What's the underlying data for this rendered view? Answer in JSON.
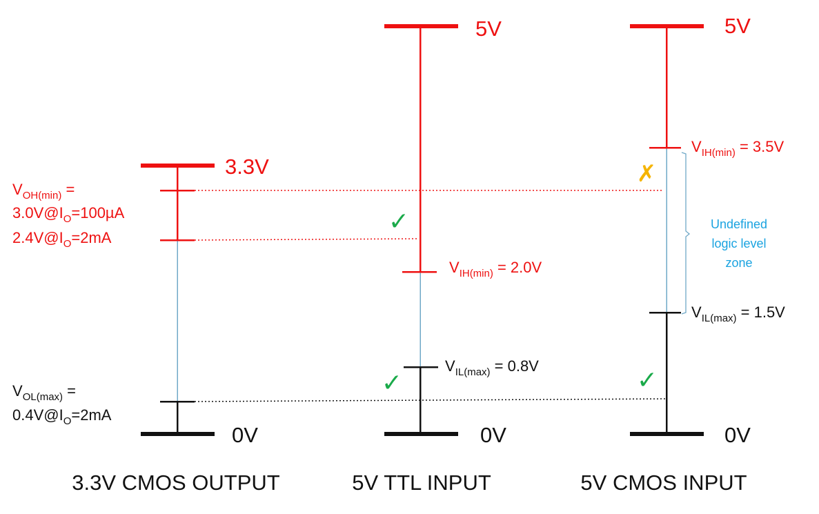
{
  "colors": {
    "high": "#ee1111",
    "low": "#111111",
    "undefined": "#6fa8c7",
    "undefined_text": "#1aa3e0",
    "ok_mark": "#1aaa4a",
    "fail_mark": "#f5b400"
  },
  "output": {
    "title": "3.3V CMOS OUTPUT",
    "top": "3.3V",
    "bottom": "0V",
    "voh_name": "V",
    "voh_sub": "OH(min)",
    "voh_eq": " =",
    "voh_line1_a": "3.0V@I",
    "voh_line1_sub": "O",
    "voh_line1_b": "=100µA",
    "voh_line2_a": "2.4V@I",
    "voh_line2_sub": "O",
    "voh_line2_b": "=2mA",
    "vol_name": "V",
    "vol_sub": "OL(max)",
    "vol_eq": " =",
    "vol_line_a": "0.4V@I",
    "vol_line_sub": "O",
    "vol_line_b": "=2mA"
  },
  "ttl": {
    "title": "5V TTL INPUT",
    "top": "5V",
    "bottom": "0V",
    "vih_name": "V",
    "vih_sub": "IH(min)",
    "vih_val": " = 2.0V",
    "vil_name": "V",
    "vil_sub": "IL(max)",
    "vil_val": " = 0.8V",
    "mark_high": "✓",
    "mark_low": "✓"
  },
  "cmos": {
    "title": "5V CMOS INPUT",
    "top": "5V",
    "bottom": "0V",
    "vih_name": "V",
    "vih_sub": "IH(min)",
    "vih_val": " = 3.5V",
    "vil_name": "V",
    "vil_sub": "IL(max)",
    "vil_val": " = 1.5V",
    "undefined_line1": "Undefined",
    "undefined_line2": "logic level",
    "undefined_line3": "zone",
    "mark_high": "✗",
    "mark_low": "✓"
  }
}
